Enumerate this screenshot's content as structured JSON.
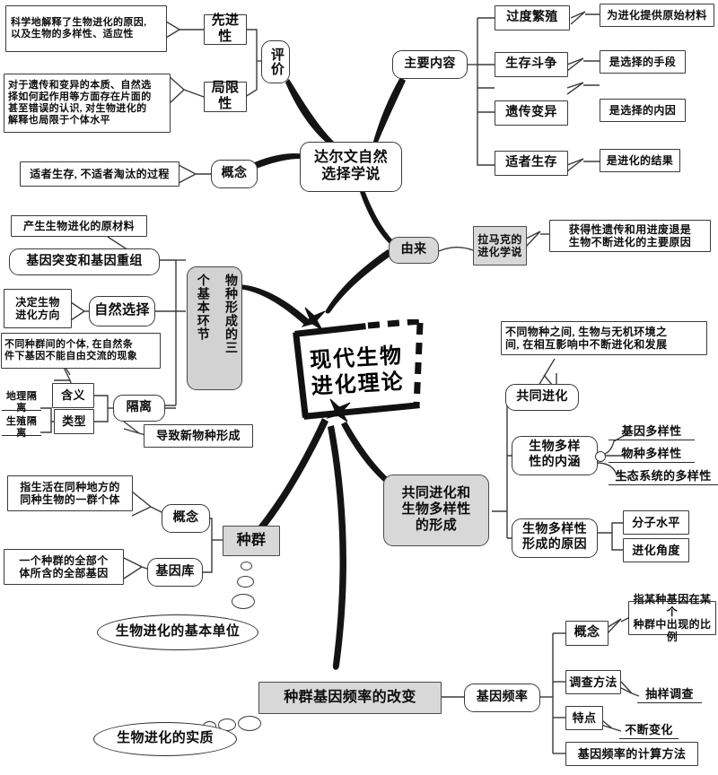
{
  "title": "现代生物进化理论",
  "center": {
    "line1": "现代生物",
    "line2": "进化理论"
  },
  "colors": {
    "ink": "#111111",
    "stroke": "#3a3a3a",
    "gray_fill": "#d8d8d8",
    "background": "#ffffff"
  },
  "branches": {
    "darwin": {
      "label": "达尔文自然\n选择学说",
      "evaluation": {
        "label": "评价",
        "items": [
          {
            "label": "先进性",
            "detail": "科学地解释了生物进化的原因,\n以及生物的多样性、适应性"
          },
          {
            "label": "局限性",
            "detail": "对于遗传和变异的本质、自然选\n择如何起作用等方面存在片面的\n甚至错误的认识, 对生物进化的\n解释也局限于个体水平"
          }
        ]
      },
      "concept": {
        "label": "概念",
        "detail": "适者生存, 不适者淘汰的过程"
      },
      "main_content": {
        "label": "主要内容",
        "items": [
          {
            "label": "过度繁殖",
            "detail": "为进化提供原始材料"
          },
          {
            "label": "生存斗争",
            "detail": "是选择的手段"
          },
          {
            "label": "遗传变异",
            "detail": "是选择的内因"
          },
          {
            "label": "适者生存",
            "detail": "是进化的结果"
          }
        ]
      }
    },
    "origin": {
      "label": "由来",
      "lamarck": {
        "label": "拉马克的\n进化学说",
        "detail": "获得性遗传和用进废退是\n生物不断进化的主要原因"
      }
    },
    "speciation": {
      "label": "物种形成的三个基本环节",
      "label_col_right": "物种形成的三",
      "label_col_left": "个基本环节",
      "items": [
        {
          "label": "基因突变和基因重组",
          "detail": "产生生物进化的原材料"
        },
        {
          "label": "自然选择",
          "detail": "决定生物\n进化方向"
        },
        {
          "label": "隔离",
          "meaning_label": "含义",
          "meaning_detail": "不同种群间的个体, 在自然条\n件下基因不能自由交流的现象",
          "type_label": "类型",
          "types": [
            "地理隔离",
            "生殖隔离"
          ],
          "result": "导致新物种形成"
        }
      ]
    },
    "population": {
      "label": "种群",
      "bubble": "生物进化的基本单位",
      "items": [
        {
          "label": "概念",
          "detail": "指生活在同种地方的\n同种生物的一群个体"
        },
        {
          "label": "基因库",
          "detail": "一个种群的全部个\n体所含的全部基因"
        }
      ]
    },
    "gene_freq_change": {
      "label": "种群基因频率的改变",
      "bubble": "生物进化的实质",
      "gene_freq": {
        "label": "基因频率",
        "items": [
          {
            "label": "概念",
            "detail": "指某种基因在某个\n种群中出现的比例"
          },
          {
            "label": "调查方法",
            "detail": "抽样调查"
          },
          {
            "label": "特点",
            "detail": "不断变化"
          },
          {
            "label": "基因频率的计算方法",
            "detail": ""
          }
        ]
      }
    },
    "coevolution": {
      "label": "共同进化和\n生物多样性\n的形成",
      "items": [
        {
          "label": "共同进化",
          "detail": "不同物种之间, 生物与无机环境之\n间, 在相互影响中不断进化和发展"
        },
        {
          "label": "生物多样\n性的内涵",
          "sub": [
            "基因多样性",
            "物种多样性",
            "生态系统的多样性"
          ]
        },
        {
          "label": "生物多样性\n形成的原因",
          "sub": [
            "分子水平",
            "进化角度"
          ]
        }
      ]
    }
  }
}
